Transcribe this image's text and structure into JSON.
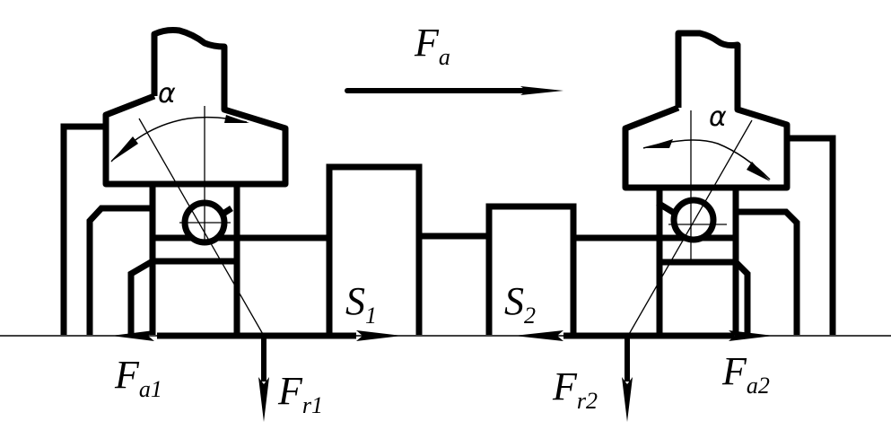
{
  "title": "Angular contact bearing pair — axial load diagram",
  "colors": {
    "stroke": "#000000",
    "background": "#ffffff"
  },
  "labels": {
    "external_axial_force": {
      "main": "F",
      "sub": "a"
    },
    "axial_force_1": {
      "main": "F",
      "sub": "a1"
    },
    "axial_force_2": {
      "main": "F",
      "sub": "a2"
    },
    "radial_force_1": {
      "main": "F",
      "sub": "r1"
    },
    "radial_force_2": {
      "main": "F",
      "sub": "r2"
    },
    "derived_axial_1": {
      "main": "S",
      "sub": "1"
    },
    "derived_axial_2": {
      "main": "S",
      "sub": "2"
    },
    "contact_angle_left": "α",
    "contact_angle_right": "α"
  },
  "components": {
    "bearings": [
      "left-bearing",
      "right-bearing"
    ],
    "gears": [
      "gear-1",
      "gear-2"
    ],
    "arrows": {
      "Fa": "right",
      "Fa1": "left",
      "Fa2": "right",
      "S1": "right",
      "S2": "left",
      "Fr1": "down",
      "Fr2": "down"
    }
  }
}
